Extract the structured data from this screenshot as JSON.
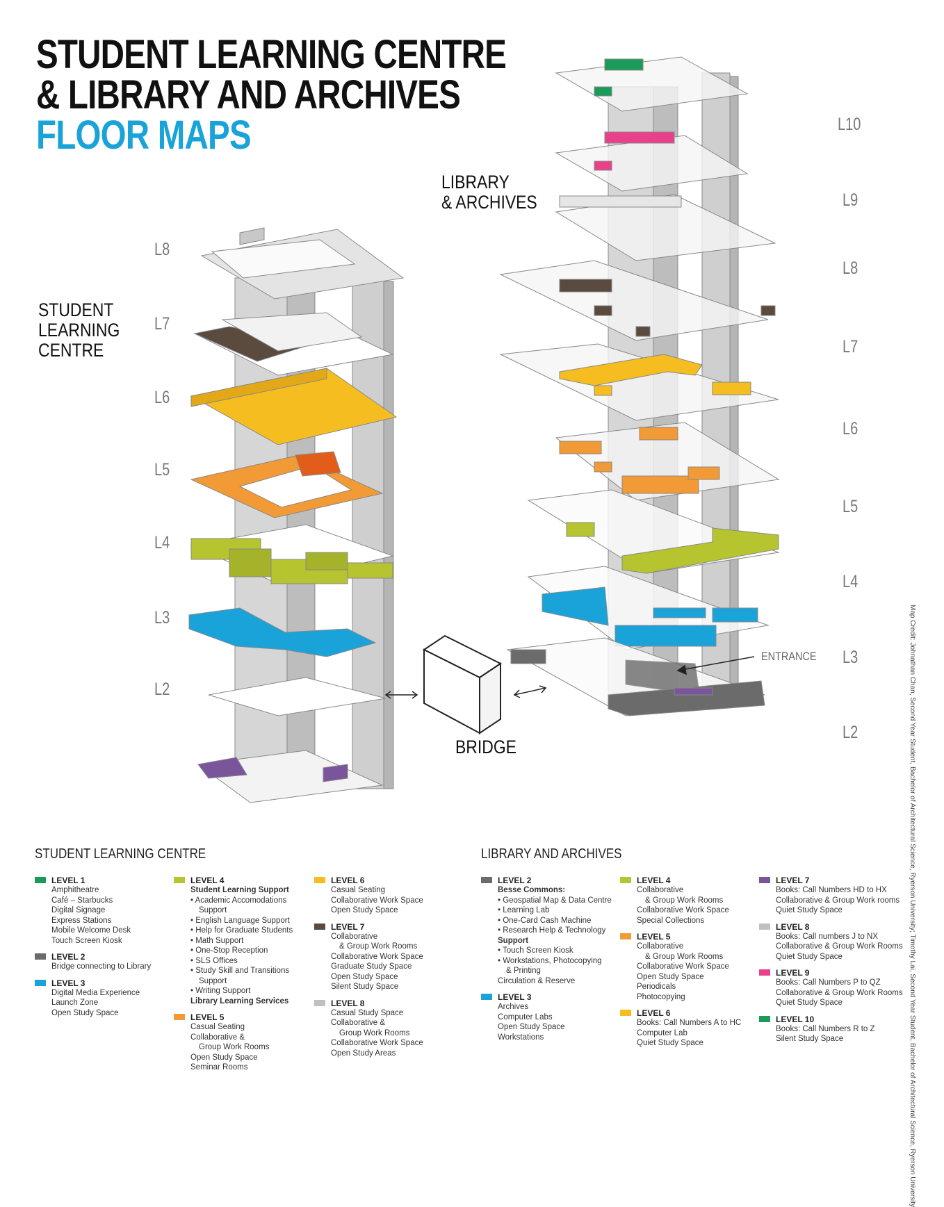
{
  "title": {
    "line1": "STUDENT LEARNING CENTRE",
    "line2": "& LIBRARY AND ARCHIVES",
    "line3": "FLOOR MAPS"
  },
  "labels": {
    "library": "LIBRARY\n& ARCHIVES",
    "slc": "STUDENT\nLEARNING\nCENTRE",
    "bridge": "BRIDGE",
    "entrance": "ENTRANCE"
  },
  "slc_levels": [
    "L8",
    "L7",
    "L6",
    "L5",
    "L4",
    "L3",
    "L2"
  ],
  "lib_levels": [
    "L10",
    "L9",
    "L8",
    "L7",
    "L6",
    "L5",
    "L4",
    "L3",
    "L2"
  ],
  "credit": "Map Credit: Johnathan Chan, Second Year Student, Bachelor of Architectural Science, Ryerson University; Timothy Lai, Second Year Student, Bachelor of Architectural Science, Ryerson University",
  "colors": {
    "level1": "#1a9b5a",
    "level2": "#6b6b6b",
    "level3": "#1aa3d9",
    "level4": "#b5c42f",
    "level5": "#f29a35",
    "level6": "#f5bd1f",
    "level7": "#5b4a3e",
    "level7_lib": "#7b559b",
    "level8": "#c0c0c0",
    "level9": "#e8418a",
    "level10": "#1a9b5a"
  },
  "legend": {
    "slc_title": "STUDENT LEARNING CENTRE",
    "lib_title": "LIBRARY AND ARCHIVES",
    "slc_col1": [
      {
        "head": "LEVEL 1",
        "color": "#1a9b5a",
        "items": [
          {
            "t": "Amphitheatre"
          },
          {
            "t": "Café – Starbucks"
          },
          {
            "t": "Digital Signage"
          },
          {
            "t": "Express Stations"
          },
          {
            "t": "Mobile Welcome Desk"
          },
          {
            "t": "Touch Screen Kiosk"
          }
        ]
      },
      {
        "head": "LEVEL 2",
        "color": "#6b6b6b",
        "items": [
          {
            "t": "Bridge connecting to Library"
          }
        ]
      },
      {
        "head": "LEVEL 3",
        "color": "#1aa3d9",
        "items": [
          {
            "t": "Digital Media Experience"
          },
          {
            "t": "Launch Zone"
          },
          {
            "t": "Open Study Space"
          }
        ]
      }
    ],
    "slc_col2": [
      {
        "head": "LEVEL 4",
        "color": "#b5c42f",
        "items": [
          {
            "t": "Student Learning Support",
            "s": "bold"
          },
          {
            "t": "• Academic Accomodations",
            "s": "bul"
          },
          {
            "t": "Support",
            "s": "ind"
          },
          {
            "t": "• English Language Support",
            "s": "bul"
          },
          {
            "t": "• Help for Graduate Students",
            "s": "bul"
          },
          {
            "t": "• Math Support",
            "s": "bul"
          },
          {
            "t": "• One-Stop Reception",
            "s": "bul"
          },
          {
            "t": "• SLS Offices",
            "s": "bul"
          },
          {
            "t": "• Study Skill and Transitions",
            "s": "bul"
          },
          {
            "t": "Support",
            "s": "ind"
          },
          {
            "t": "• Writing Support",
            "s": "bul"
          },
          {
            "t": "Library Learning Services",
            "s": "bold"
          }
        ]
      },
      {
        "head": "LEVEL 5",
        "color": "#f29a35",
        "items": [
          {
            "t": "Casual Seating"
          },
          {
            "t": "Collaborative &"
          },
          {
            "t": "Group Work Rooms",
            "s": "ind"
          },
          {
            "t": "Open Study Space"
          },
          {
            "t": "Seminar Rooms"
          }
        ]
      }
    ],
    "slc_col3": [
      {
        "head": "LEVEL 6",
        "color": "#f5bd1f",
        "items": [
          {
            "t": "Casual Seating"
          },
          {
            "t": "Collaborative Work Space"
          },
          {
            "t": "Open Study Space"
          }
        ]
      },
      {
        "head": "LEVEL 7",
        "color": "#5b4a3e",
        "items": [
          {
            "t": "Collaborative"
          },
          {
            "t": "& Group Work Rooms",
            "s": "ind"
          },
          {
            "t": "Collaborative Work Space"
          },
          {
            "t": "Graduate Study Space"
          },
          {
            "t": "Open Study Space"
          },
          {
            "t": "Silent Study Space"
          }
        ]
      },
      {
        "head": "LEVEL 8",
        "color": "#c0c0c0",
        "items": [
          {
            "t": "Casual Study Space"
          },
          {
            "t": "Collaborative &"
          },
          {
            "t": "Group Work Rooms",
            "s": "ind"
          },
          {
            "t": "Collaborative Work Space"
          },
          {
            "t": "Open Study Areas"
          }
        ]
      }
    ],
    "lib_col1": [
      {
        "head": "LEVEL 2",
        "color": "#6b6b6b",
        "items": [
          {
            "t": "Besse Commons:",
            "s": "bold"
          },
          {
            "t": "• Geospatial Map & Data Centre",
            "s": "bul"
          },
          {
            "t": "• Learning Lab",
            "s": "bul"
          },
          {
            "t": "• One-Card Cash Machine",
            "s": "bul"
          },
          {
            "t": "• Research Help & Technology",
            "s": "bul"
          },
          {
            "t": "Support",
            "s": "bold"
          },
          {
            "t": "• Touch Screen Kiosk",
            "s": "bul"
          },
          {
            "t": "• Workstations, Photocopying",
            "s": "bul"
          },
          {
            "t": "& Printing",
            "s": "ind"
          },
          {
            "t": "Circulation & Reserve"
          }
        ]
      },
      {
        "head": "LEVEL 3",
        "color": "#1aa3d9",
        "items": [
          {
            "t": "Archives"
          },
          {
            "t": "Computer Labs"
          },
          {
            "t": "Open Study Space"
          },
          {
            "t": "Workstations"
          }
        ]
      }
    ],
    "lib_col2": [
      {
        "head": "LEVEL 4",
        "color": "#b5c42f",
        "items": [
          {
            "t": "Collaborative"
          },
          {
            "t": "& Group Work Rooms",
            "s": "ind"
          },
          {
            "t": "Collaborative Work Space"
          },
          {
            "t": "Special Collections"
          }
        ]
      },
      {
        "head": "LEVEL 5",
        "color": "#f29a35",
        "items": [
          {
            "t": "Collaborative"
          },
          {
            "t": "& Group Work Rooms",
            "s": "ind"
          },
          {
            "t": "Collaborative Work Space"
          },
          {
            "t": "Open Study Space"
          },
          {
            "t": "Periodicals"
          },
          {
            "t": "Photocopying"
          }
        ]
      },
      {
        "head": "LEVEL 6",
        "color": "#f5bd1f",
        "items": [
          {
            "t": "Books: Call Numbers A to HC"
          },
          {
            "t": "Computer Lab"
          },
          {
            "t": "Quiet Study Space"
          }
        ]
      }
    ],
    "lib_col3": [
      {
        "head": "LEVEL 7",
        "color": "#7b559b",
        "items": [
          {
            "t": "Books: Call Numbers HD to HX"
          },
          {
            "t": "Collaborative & Group Work rooms"
          },
          {
            "t": "Quiet Study Space"
          }
        ]
      },
      {
        "head": "LEVEL 8",
        "color": "#c0c0c0",
        "items": [
          {
            "t": "Books: Call numbers J to NX"
          },
          {
            "t": "Collaborative & Group Work Rooms"
          },
          {
            "t": "Quiet Study Space"
          }
        ]
      },
      {
        "head": "LEVEL 9",
        "color": "#e8418a",
        "items": [
          {
            "t": "Books: Call Numbers P to QZ"
          },
          {
            "t": "Collaborative & Group Work Rooms"
          },
          {
            "t": "Quiet Study Space"
          }
        ]
      },
      {
        "head": "LEVEL 10",
        "color": "#1a9b5a",
        "items": [
          {
            "t": "Books: Call Numbers R to Z"
          },
          {
            "t": "Silent Study Space"
          }
        ]
      }
    ]
  }
}
